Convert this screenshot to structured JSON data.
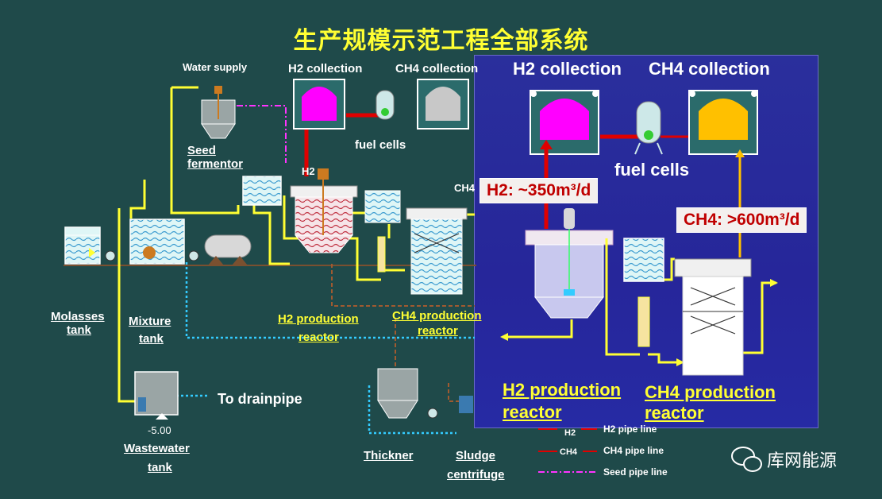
{
  "title": "生产规模示范工程全部系统",
  "labels": {
    "water_supply": "Water supply",
    "h2_collection_top": "H2 collection",
    "ch4_collection_top": "CH4 collection",
    "fuel_cells_top": "fuel cells",
    "h2_pipe_tag": "H2",
    "ch4_pipe_tag": "CH4",
    "seed_fermentor": [
      "Seed",
      "fermentor"
    ],
    "molasses_tank": [
      "Molasses",
      "tank"
    ],
    "mixture_tank": [
      "Mixture",
      "tank"
    ],
    "h2_reactor_main": [
      "H2 production",
      "reactor"
    ],
    "ch4_reactor_main": [
      "CH4 production",
      "reactor"
    ],
    "to_drainpipe": "To drainpipe",
    "elevation": "-5.00",
    "wastewater_tank": [
      "Wastewater",
      "tank"
    ],
    "thickner": "Thickner",
    "sludge_centrifuge": [
      "Sludge",
      "centrifuge"
    ]
  },
  "legend": [
    {
      "tag": "H2",
      "label": "H2 pipe line",
      "color": "#e00000"
    },
    {
      "tag": "CH4",
      "label": "CH4 pipe line",
      "color": "#e00000"
    },
    {
      "tag": "",
      "label": "Seed pipe line",
      "color": "#ff33ff"
    }
  ],
  "inset": {
    "h2_collection": "H2 collection",
    "ch4_collection": "CH4 collection",
    "fuel_cells": "fuel cells",
    "h2_rate": "H2: ~350m³/d",
    "ch4_rate": "CH4: >600m³/d",
    "h2_reactor": [
      "H2 production",
      "reactor"
    ],
    "ch4_reactor": [
      "CH4 production",
      "reactor"
    ]
  },
  "watermark": "库网能源",
  "colors": {
    "background": "#1f4a4a",
    "title": "#ffff33",
    "pipe_yellow": "#ffff33",
    "pipe_cyan": "#33ccff",
    "h2_gas": "#e00000",
    "h2_holder": "#ff00ff",
    "ch4_holder_inset": "#ffc000",
    "ch4_holder_main": "#c0c0c0",
    "inset_bg": "#2a2f9c"
  }
}
